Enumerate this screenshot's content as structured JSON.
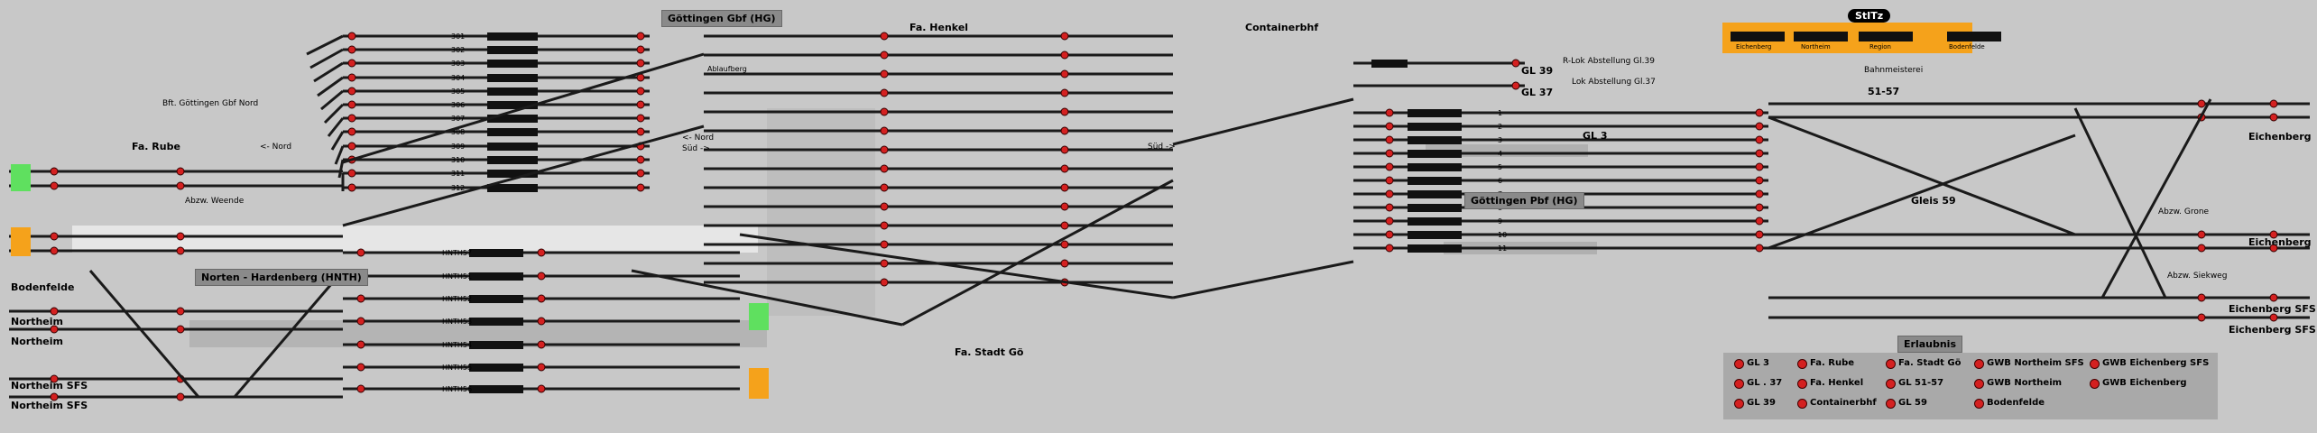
{
  "panels": {
    "goettingen_gbf": "Göttingen Gbf (HG)",
    "goettingen_pbf": "Göttingen Pbf (HG)",
    "norten_hardenberg": "Norten - Hardenberg (HNTH)",
    "erlaubnis": "Erlaubnis",
    "stitz": "StITz"
  },
  "stations": {
    "fa_henkel": "Fa. Henkel",
    "containerbhf": "Containerbhf",
    "fa_rube": "Fa. Rube",
    "bodenfelde": "Bodenfelde",
    "northeim_1": "Northeim",
    "northeim_2": "Northeim",
    "northeim_sfs_1": "Northeim SFS",
    "northeim_sfs_2": "Northeim SFS",
    "eichenberg_1": "Eichenberg",
    "eichenberg_2": "Eichenberg",
    "eichenberg_sfs_1": "Eichenberg SFS",
    "eichenberg_sfs_2": "Eichenberg SFS",
    "fa_stadt_go": "Fa. Stadt Gö",
    "gl39": "GL 39",
    "gl37": "GL 37",
    "gl3": "GL 3",
    "gleis59": "Gleis 59",
    "gl5157": "51-57"
  },
  "labels": {
    "bft_goettingen_gbf_nord": "Bft. Göttingen Gbf Nord",
    "nord_left": "<- Nord",
    "nord_left2": "<- Nord",
    "sued_right": "Süd ->",
    "sued_right2": "Süd ->",
    "abzw_weende": "Abzw. Weende",
    "abzw_grone": "Abzw. Grone",
    "abzw_siekweg": "Abzw. Siekweg",
    "r_lok_39": "R-Lok Abstellung Gl.39",
    "lok_37": "Lok Abstellung Gl.37",
    "bahnmeisterei": "Bahnmeisterei",
    "ablaufberg": "Ablaufberg",
    "stitz_eichenberg": "Eichenberg",
    "stitz_northeim": "Northeim",
    "stitz_region": "Region",
    "stitz_bodenfelde": "Bodenfelde"
  },
  "track_numbers_gbf": [
    "301",
    "302",
    "303",
    "304",
    "305",
    "306",
    "307",
    "308",
    "309",
    "310",
    "311",
    "312"
  ],
  "track_numbers_pbf": [
    "1",
    "2",
    "3",
    "4",
    "5",
    "6",
    "7",
    "8",
    "9",
    "10",
    "11"
  ],
  "track_numbers_hnth": [
    "HNTH57",
    "HNTH51",
    "HNTH52",
    "HNTH53",
    "HNTH54",
    "HNTH55",
    "HNTH56"
  ],
  "permissions": [
    {
      "label": "GL 3"
    },
    {
      "label": "Fa. Rube"
    },
    {
      "label": "Fa. Stadt Gö"
    },
    {
      "label": "GWB Northeim SFS"
    },
    {
      "label": "GWB Eichenberg SFS"
    },
    {
      "label": "GL . 37"
    },
    {
      "label": "Fa. Henkel"
    },
    {
      "label": "GL 51-57"
    },
    {
      "label": "GWB Northeim"
    },
    {
      "label": "GWB Eichenberg"
    },
    {
      "label": "GL 39"
    },
    {
      "label": "Containerbhf"
    },
    {
      "label": "GL 59"
    },
    {
      "label": "Bodenfelde"
    }
  ],
  "colors": {
    "background": "#c8c8c8",
    "track": "#1a1a1a",
    "signal_red": "#d42020",
    "signal_green": "#2e8b2e",
    "orange": "#f5a21b",
    "green": "#5fe05f",
    "panel_grey": "#8a8a8a"
  }
}
